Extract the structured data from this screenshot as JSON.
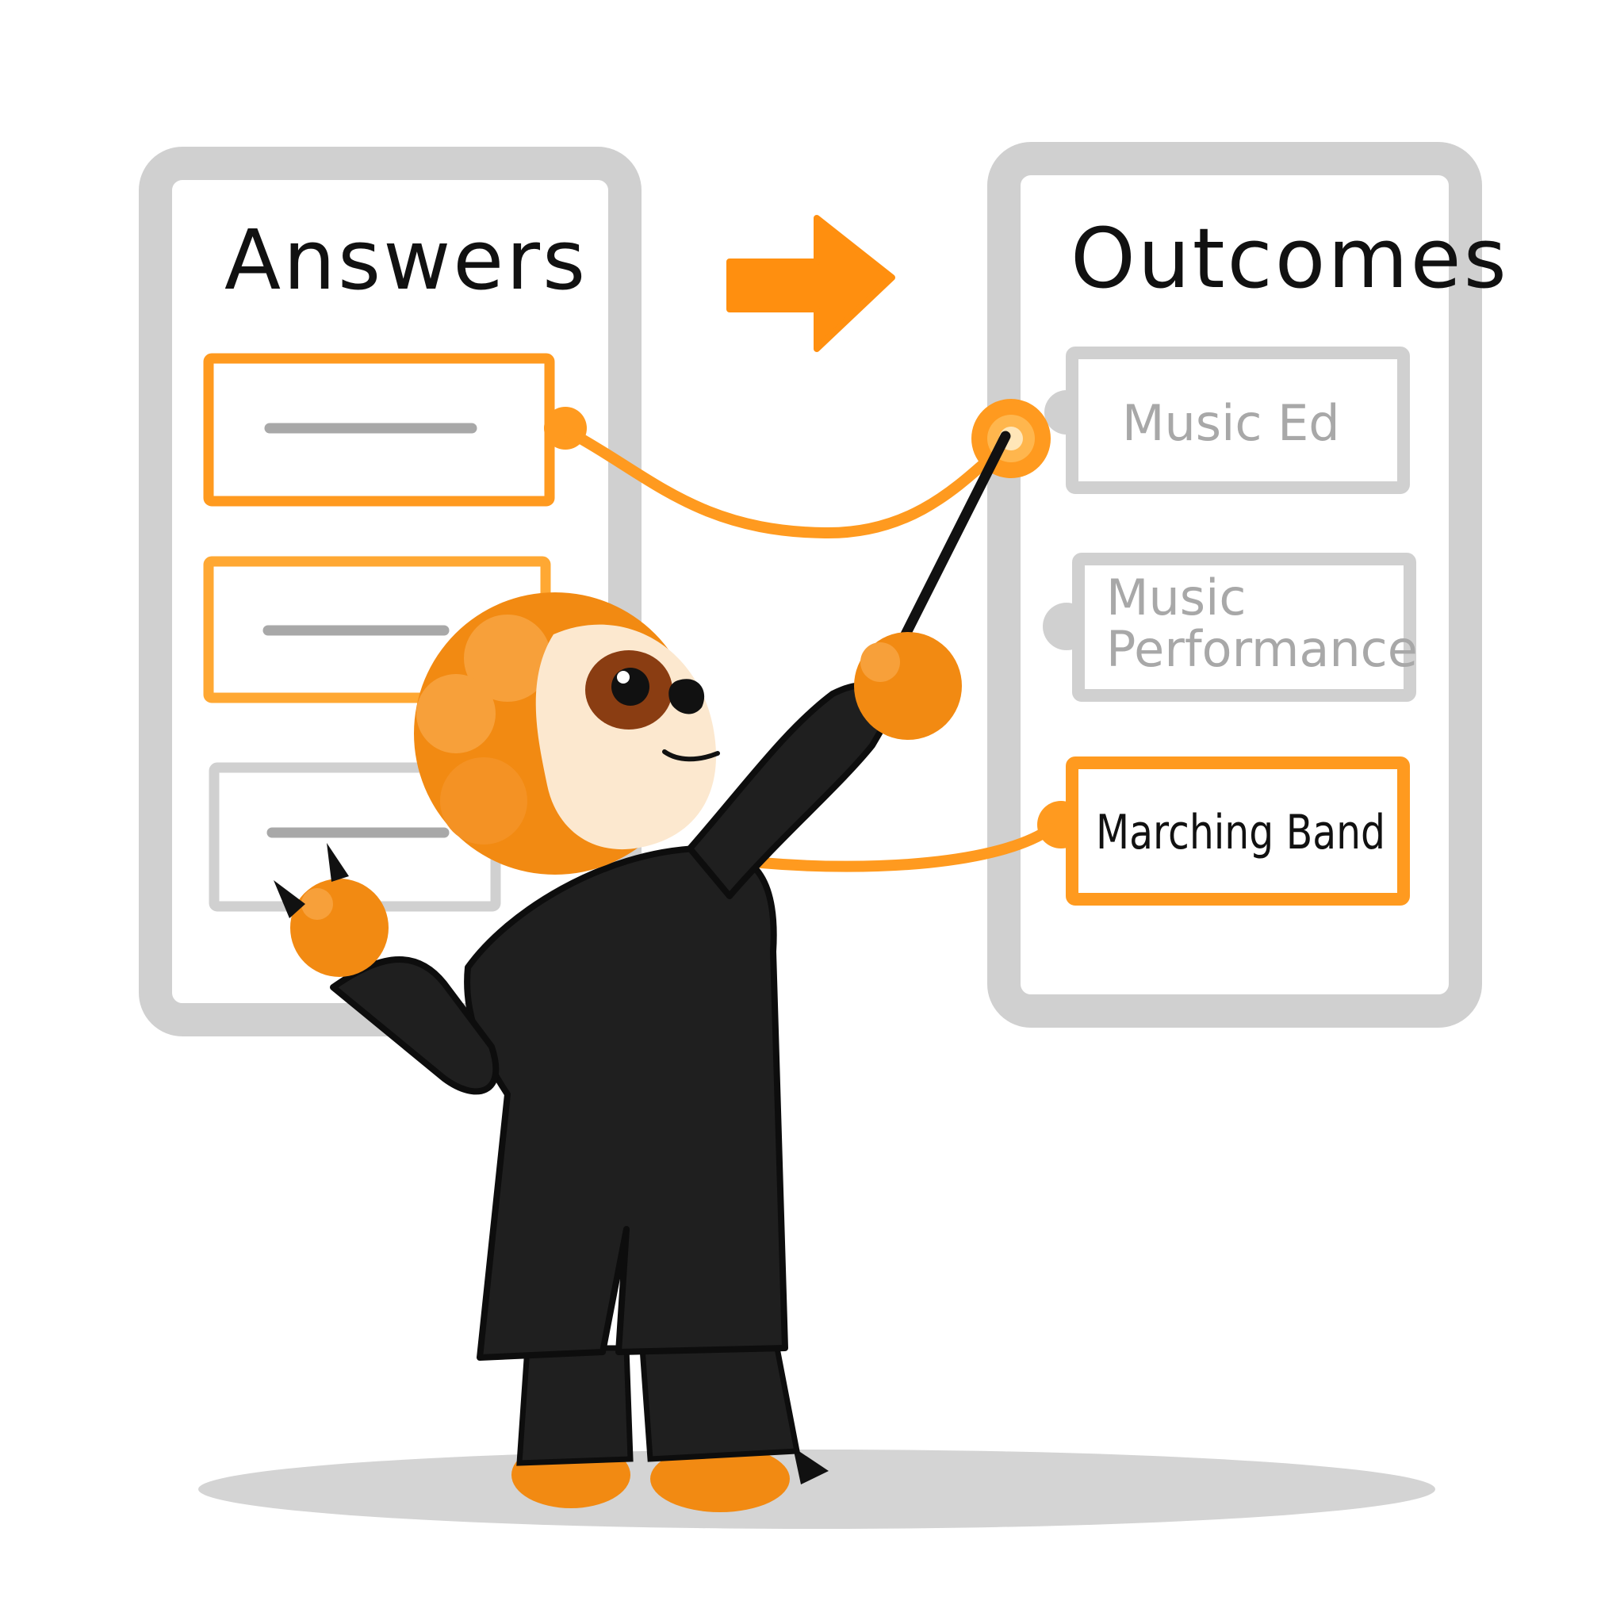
{
  "answers_panel": {
    "title": "Answers",
    "answers": [
      {
        "state": "connected"
      },
      {
        "state": "highlighted"
      },
      {
        "state": "default"
      }
    ]
  },
  "outcomes_panel": {
    "title": "Outcomes",
    "outcomes": [
      {
        "label": "Music Ed",
        "state": "being-connected"
      },
      {
        "label_line1": "Music",
        "label_line2": "Performance",
        "state": "faded"
      },
      {
        "label": "Marching Band",
        "state": "connected"
      }
    ]
  },
  "colors": {
    "accent_orange": "#ff9a1f",
    "panel_gray": "#d0d0d0",
    "line_gray": "#a8a8a8",
    "robe_black": "#1f1f1f",
    "sloth_face": "#fce8cf",
    "eye_patch": "#8a3d12"
  },
  "icons": {
    "flow_arrow": "arrow-right-icon",
    "character": "sloth-conductor"
  }
}
